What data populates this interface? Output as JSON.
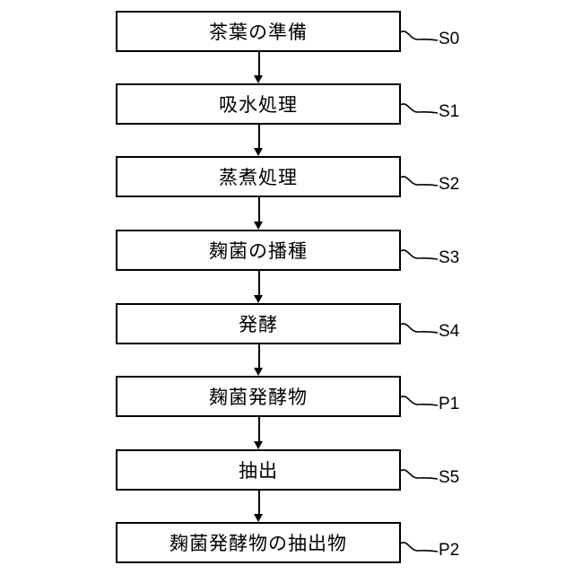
{
  "figure": {
    "type": "flowchart",
    "colors": {
      "line": "#000000",
      "background": "#ffffff",
      "text": "#000000"
    },
    "steps": [
      {
        "label": "茶葉の準備",
        "tag": "S0"
      },
      {
        "label": "吸水処理",
        "tag": "S1"
      },
      {
        "label": "蒸煮処理",
        "tag": "S2"
      },
      {
        "label": "麹菌の播種",
        "tag": "S3"
      },
      {
        "label": "発酵",
        "tag": "S4"
      },
      {
        "label": "麹菌発酵物",
        "tag": "P1"
      },
      {
        "label": "抽出",
        "tag": "S5"
      },
      {
        "label": "麹菌発酵物の抽出物",
        "tag": "P2"
      }
    ]
  }
}
